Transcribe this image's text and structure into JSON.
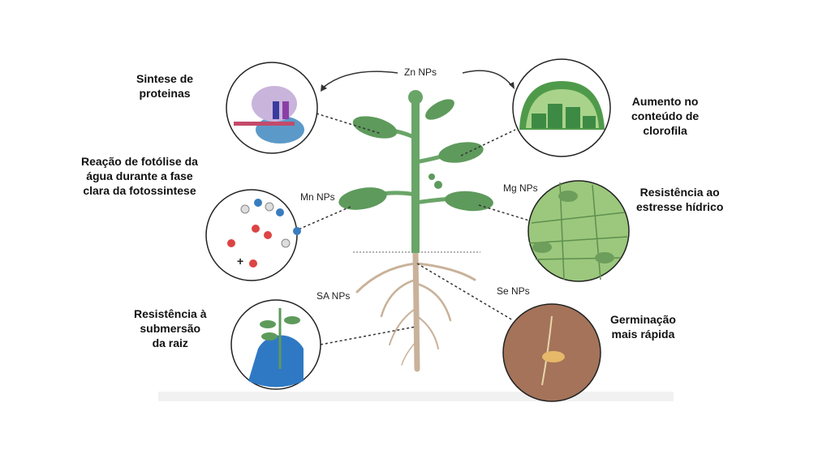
{
  "effects": {
    "protein": [
      "Sintese de",
      "proteinas"
    ],
    "photolysis": [
      "Reação de fotólise da",
      "água durante a fase",
      "clara da fotossintese"
    ],
    "submersion": [
      "Resistência à",
      "submersão",
      "da raiz"
    ],
    "chlorophyll": [
      "Aumento no",
      "conteúdo de",
      "clorofila"
    ],
    "water_stress": [
      "Resistência ao",
      "estresse hídrico"
    ],
    "germination": [
      "Germinação",
      "mais rápida"
    ]
  },
  "nanoparticles": {
    "zn": "Zn NPs",
    "mn": "Mn NPs",
    "mg": "Mg NPs",
    "sa": "SA NPs",
    "se": "Se NPs"
  },
  "colors": {
    "leaf": "#5e9a5c",
    "stem": "#6aa568",
    "root": "#c9b29a",
    "water": "#2f79c4",
    "soil": "#a4735a"
  }
}
